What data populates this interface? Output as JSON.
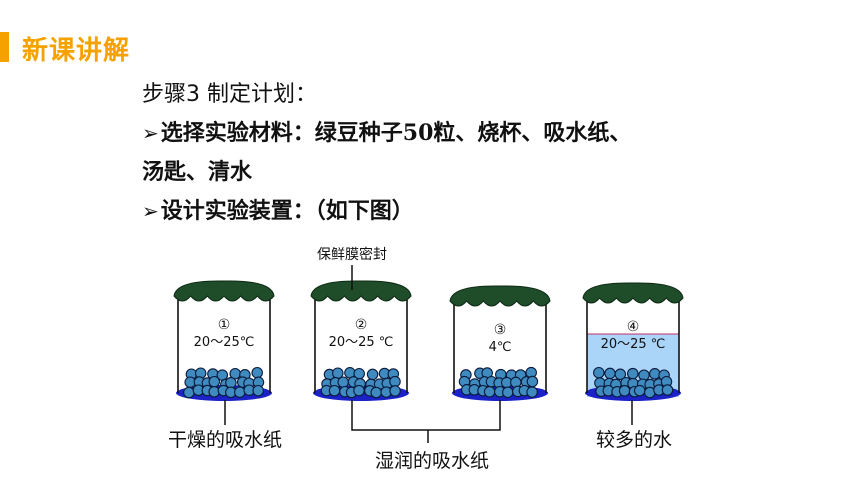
{
  "header": {
    "title": "新课讲解",
    "accent": "#f5a100"
  },
  "content": {
    "step_title": "步骤3  制定计划：",
    "bullet_symbol": "➢",
    "bullet1_line1": "选择实验材料：绿豆种子50粒、烧杯、吸水纸、",
    "bullet1_line2": "汤匙、清水",
    "bullet2": "设计实验装置：（如下图）"
  },
  "figure": {
    "seal_label": "保鲜膜密封",
    "beakers": [
      {
        "num": "①",
        "temp": "20～25℃"
      },
      {
        "num": "②",
        "temp": "20～25 ℃"
      },
      {
        "num": "③",
        "temp": "4℃"
      },
      {
        "num": "④",
        "temp": "20～25 ℃"
      }
    ],
    "labels": {
      "dry_paper": "干燥的吸水纸",
      "wet_paper": "湿润的吸水纸",
      "more_water": "较多的水"
    },
    "colors": {
      "film": "#1f4d29",
      "paper": "#1a22c8",
      "water": "#aad4f8",
      "seed": "#3f8bc0"
    }
  }
}
